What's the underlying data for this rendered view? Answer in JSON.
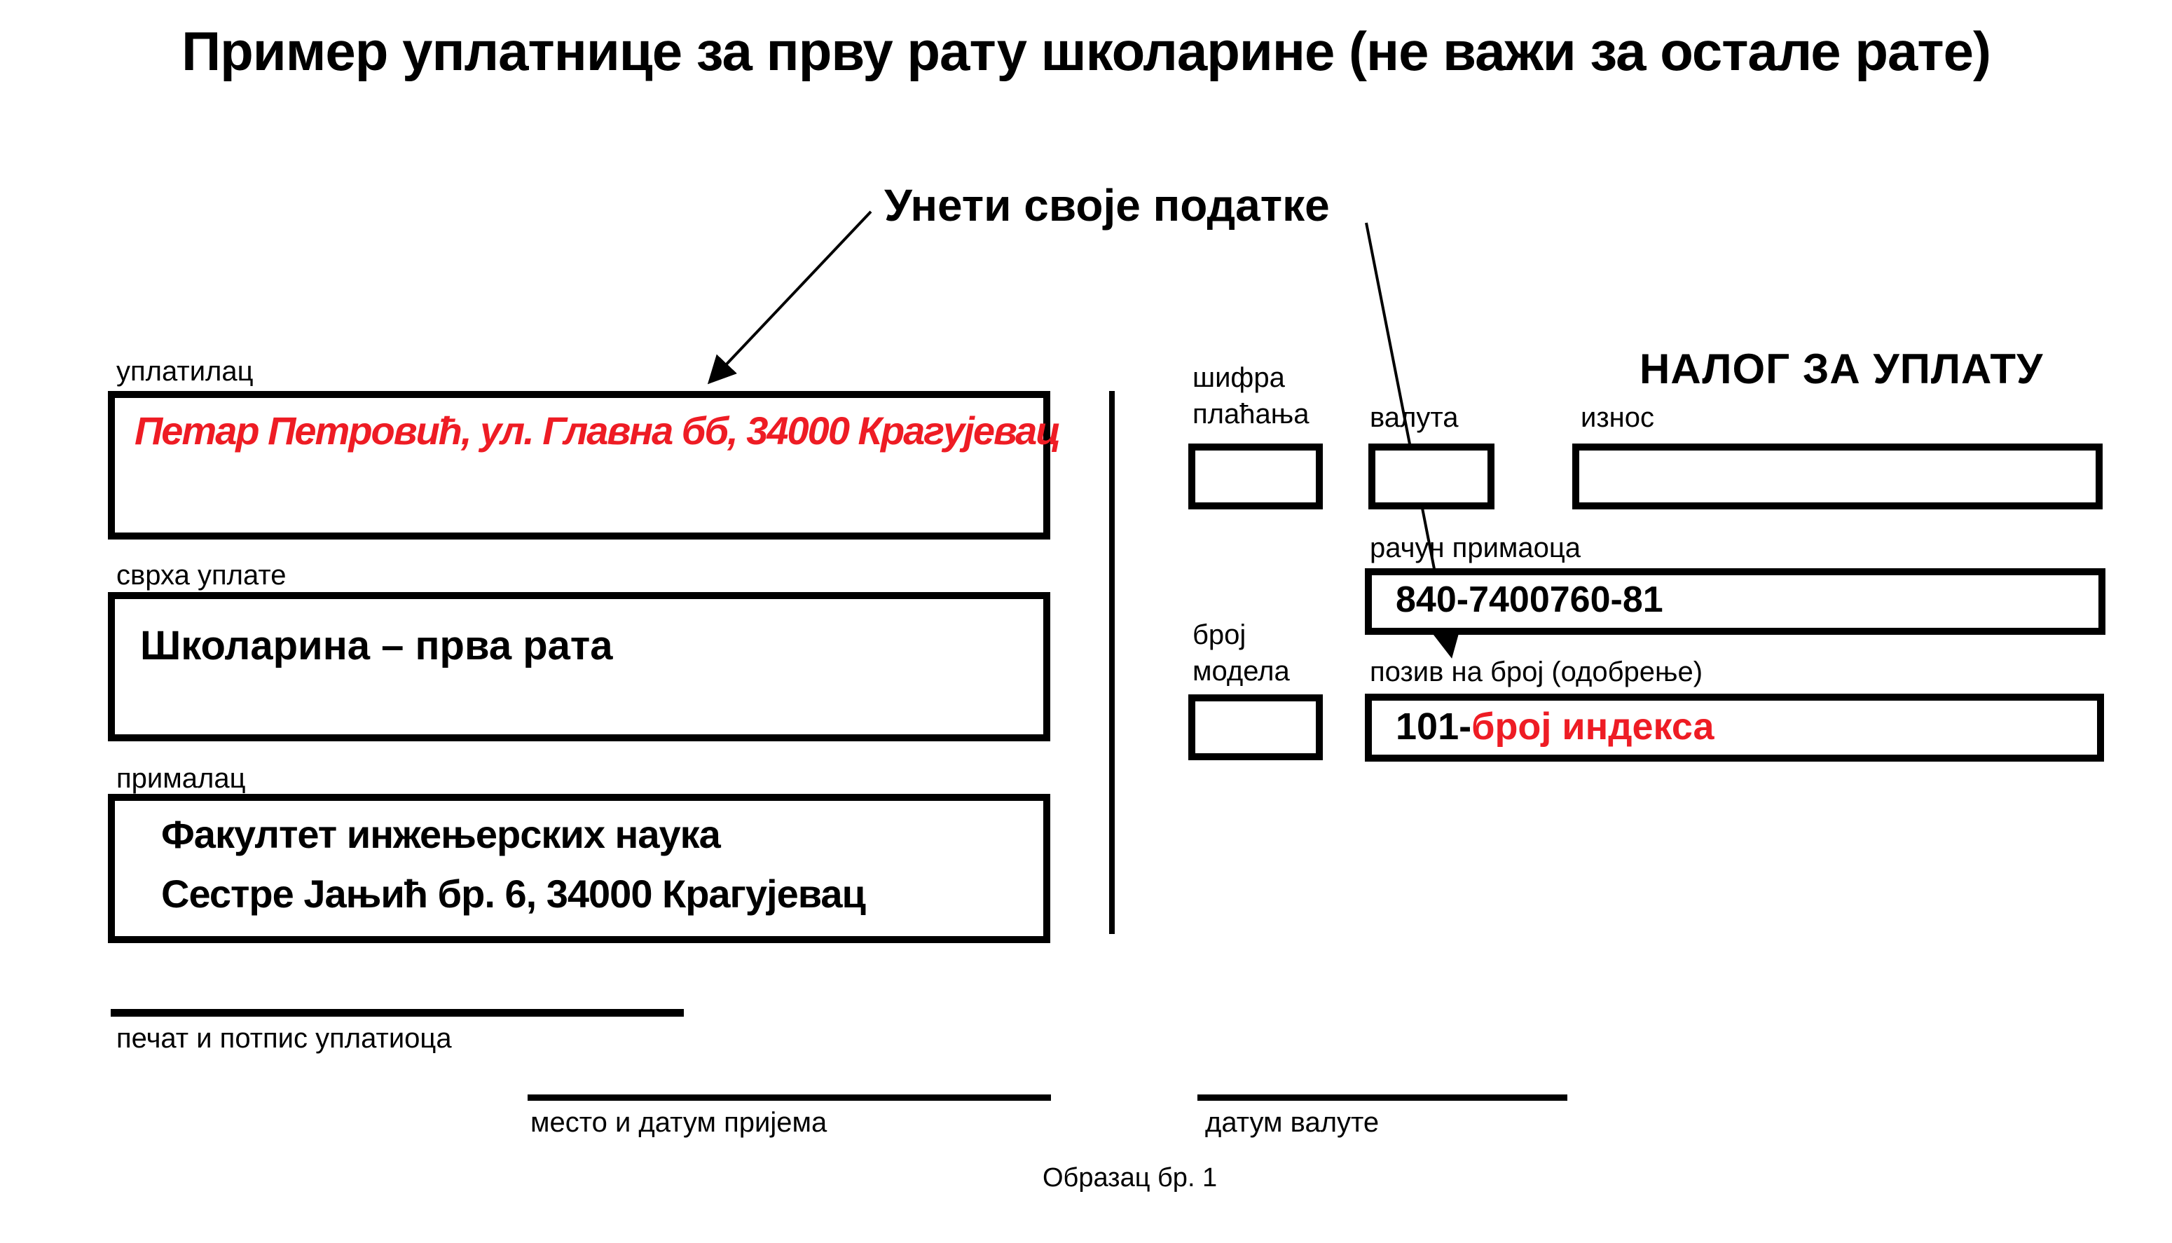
{
  "page": {
    "title": "Пример уплатнице за прву рату школарине (не важи за остале рате)",
    "annotation": "Унети своје податке"
  },
  "colors": {
    "accent_red": "#ee1c24",
    "ink": "#000000",
    "paper": "#ffffff"
  },
  "slip": {
    "header": "НАЛОГ ЗА УПЛАТУ",
    "payer": {
      "label": "уплатилац",
      "value": "Петар Петровић, ул. Главна бб, 34000 Крагујевац"
    },
    "purpose": {
      "label": "сврха уплате",
      "value": "Школарина – прва рата"
    },
    "recipient": {
      "label": "прималац",
      "value_line1": "Факултет инжењерских наука",
      "value_line2": "Сестре Јањић бр. 6, 34000 Крагујевац"
    },
    "payment_code": {
      "label_line1": "шифра",
      "label_line2": "плаћања",
      "value": ""
    },
    "currency": {
      "label": "валута",
      "value": ""
    },
    "amount": {
      "label": "износ",
      "value": ""
    },
    "account": {
      "label": "рачун примаоца",
      "value": "840-7400760-81"
    },
    "model": {
      "label_line1": "број",
      "label_line2": "модела",
      "value": ""
    },
    "reference": {
      "label": "позив на број (одобрење)",
      "value_prefix": "101-",
      "value_highlight": "број индекса"
    }
  },
  "footer": {
    "stamp_label": "печат и потпис уплатиоца",
    "place_label": "место и датум пријема",
    "value_date_label": "датум валуте",
    "form_number": "Образац бр. 1"
  }
}
